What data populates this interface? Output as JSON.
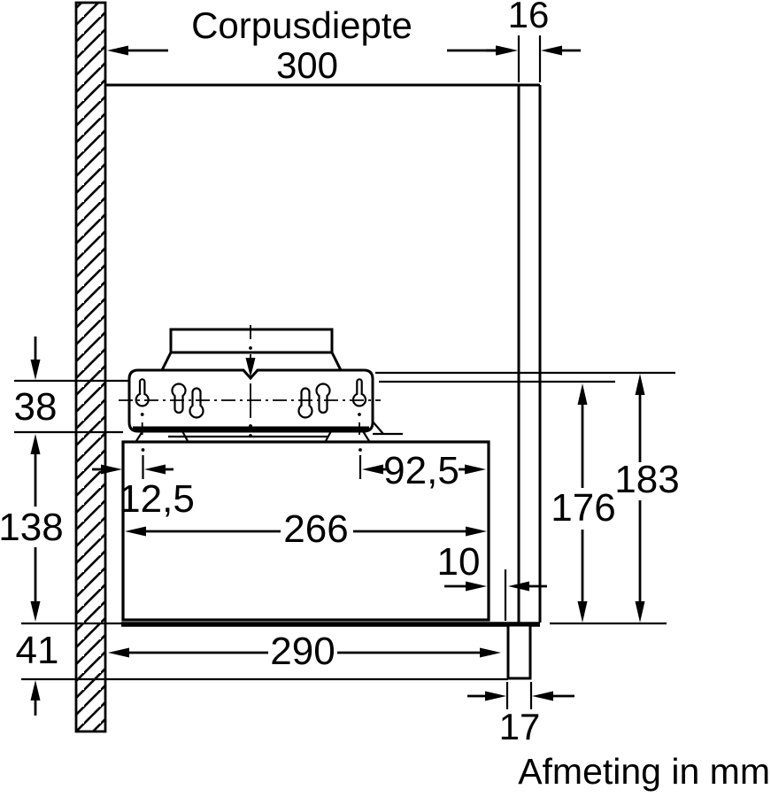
{
  "page": {
    "background": "#ffffff",
    "line_color": "#000000"
  },
  "drawing": {
    "title": {
      "label": "Corpusdiepte",
      "value": "300"
    },
    "dimensions": {
      "panel_thickness": "16",
      "plate_top_offset": "38",
      "body_height": "138",
      "visor_height": "41",
      "keyhole_left_offset": "12,5",
      "keyhole_right_offset": "92,5",
      "body_width": "266",
      "front_gap": "10",
      "pullout_depth": "290",
      "inner_height": "176",
      "overall_height": "183",
      "visor_thickness": "17"
    },
    "footer": {
      "note": "Afmeting in mm"
    }
  }
}
